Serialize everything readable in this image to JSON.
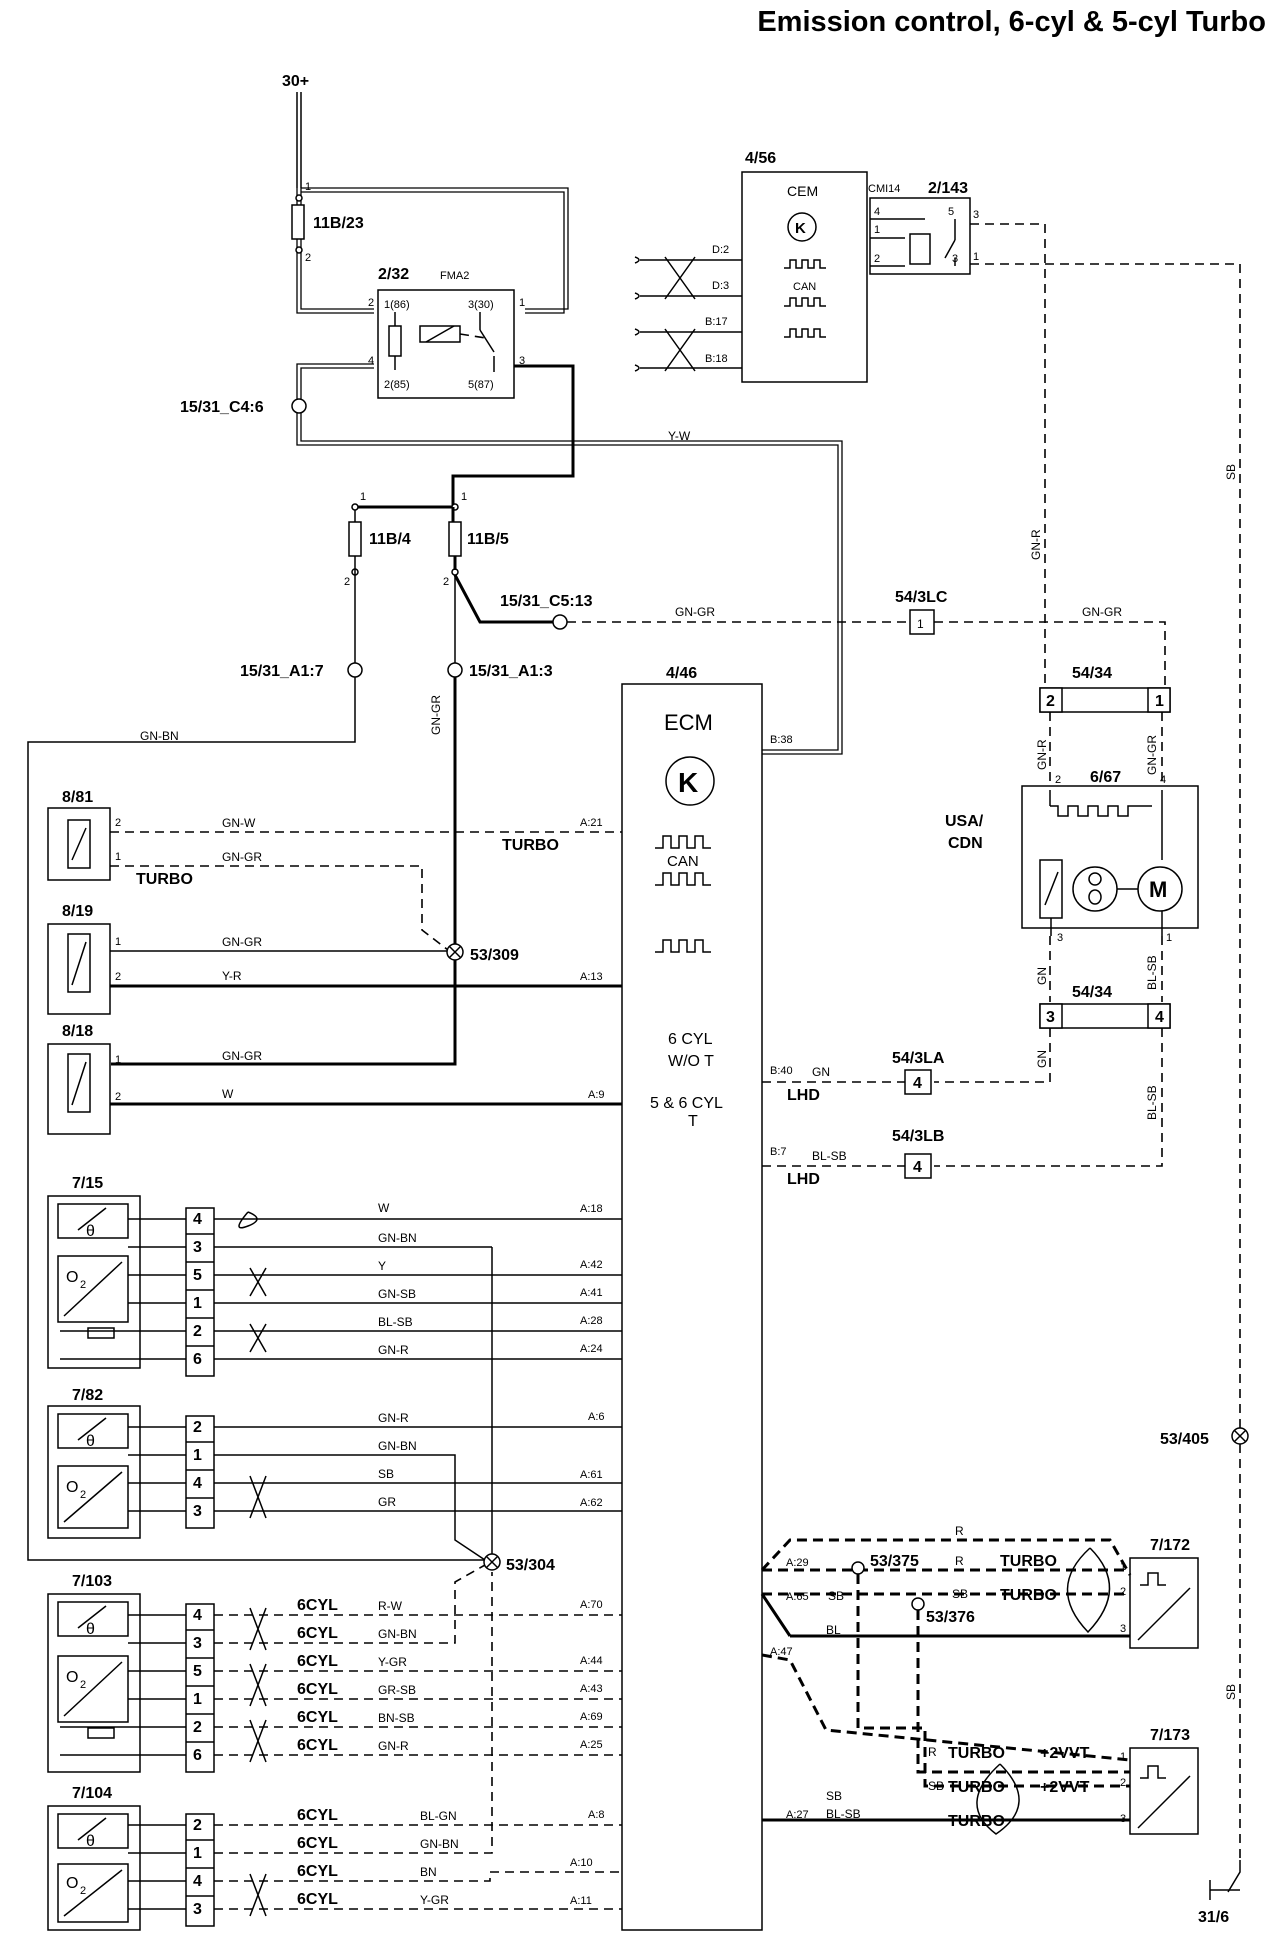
{
  "title": "Emission control, 6-cyl & 5-cyl Turbo",
  "power": {
    "b30": "30+",
    "ground": "31/6"
  },
  "fuses": {
    "f11b23": "11B/23",
    "f11b4": "11B/4",
    "f11b5": "11B/5"
  },
  "relay": {
    "id": "2/32",
    "tag": "FMA2",
    "p1": "1(86)",
    "p3": "3(30)",
    "p2": "2(85)",
    "p5": "5(87)"
  },
  "cem": {
    "id": "4/56",
    "name": "CEM",
    "cmi": "CMI14",
    "relay": "2/143",
    "pins": [
      "D:2",
      "D:3",
      "B:17",
      "B:18"
    ],
    "can": "CAN"
  },
  "connectors": {
    "c46": "15/31_C4:6",
    "c513": "15/31_C5:13",
    "a17": "15/31_A1:7",
    "a13": "15/31_A1:3",
    "lc": "54/3LC",
    "la": "54/3LA",
    "lb": "54/3LB",
    "c5434a": "54/34",
    "c5434b": "54/34"
  },
  "splices": {
    "s309": "53/309",
    "s304": "53/304",
    "s405": "53/405",
    "s375": "53/375",
    "s376": "53/376"
  },
  "ecm": {
    "id": "4/46",
    "name": "ECM",
    "can": "CAN",
    "text1": "6 CYL",
    "text2": "W/O T",
    "text3": "5 & 6 CYL",
    "text4": "T"
  },
  "evap": {
    "id": "6/67",
    "market": "USA/",
    "market2": "CDN",
    "m": "M"
  },
  "components": {
    "c881": "8/81",
    "c819": "8/19",
    "c818": "8/18",
    "c715": "7/15",
    "c782": "7/82",
    "c7103": "7/103",
    "c7104": "7/104",
    "c7172": "7/172",
    "c7173": "7/173"
  },
  "notes": {
    "turbo": "TURBO",
    "lhd": "LHD",
    "cyl6": "6CYL",
    "vvt": "+2VVT",
    "o2": "O",
    "o2sub": "2",
    "theta": "θ"
  },
  "wires": {
    "yw": "Y-W",
    "gnr": "GN-R",
    "gngr": "GN-GR",
    "sb": "SB",
    "gnbn": "GN-BN",
    "gnw": "GN-W",
    "yr": "Y-R",
    "w": "W",
    "y": "Y",
    "gnsb": "GN-SB",
    "blsb": "BL-SB",
    "sbw": "SB",
    "gr": "GR",
    "rw": "R-W",
    "ygr": "Y-GR",
    "grsb": "GR-SB",
    "bnsb": "BN-SB",
    "blgn": "BL-GN",
    "bn": "BN",
    "gn": "GN",
    "r": "R",
    "bl": "BL"
  },
  "pins": {
    "a21": "A:21",
    "a13": "A:13",
    "a9": "A:9",
    "a18": "A:18",
    "a42": "A:42",
    "a41": "A:41",
    "a28": "A:28",
    "a24": "A:24",
    "a6": "A:6",
    "a61": "A:61",
    "a62": "A:62",
    "a70": "A:70",
    "a44": "A:44",
    "a43": "A:43",
    "a69": "A:69",
    "a25": "A:25",
    "a8": "A:8",
    "a10": "A:10",
    "a11": "A:11",
    "a29": "A:29",
    "a65": "A:65",
    "a47": "A:47",
    "a27": "A:27",
    "b38": "B:38",
    "b40": "B:40",
    "b7": "B:7"
  }
}
